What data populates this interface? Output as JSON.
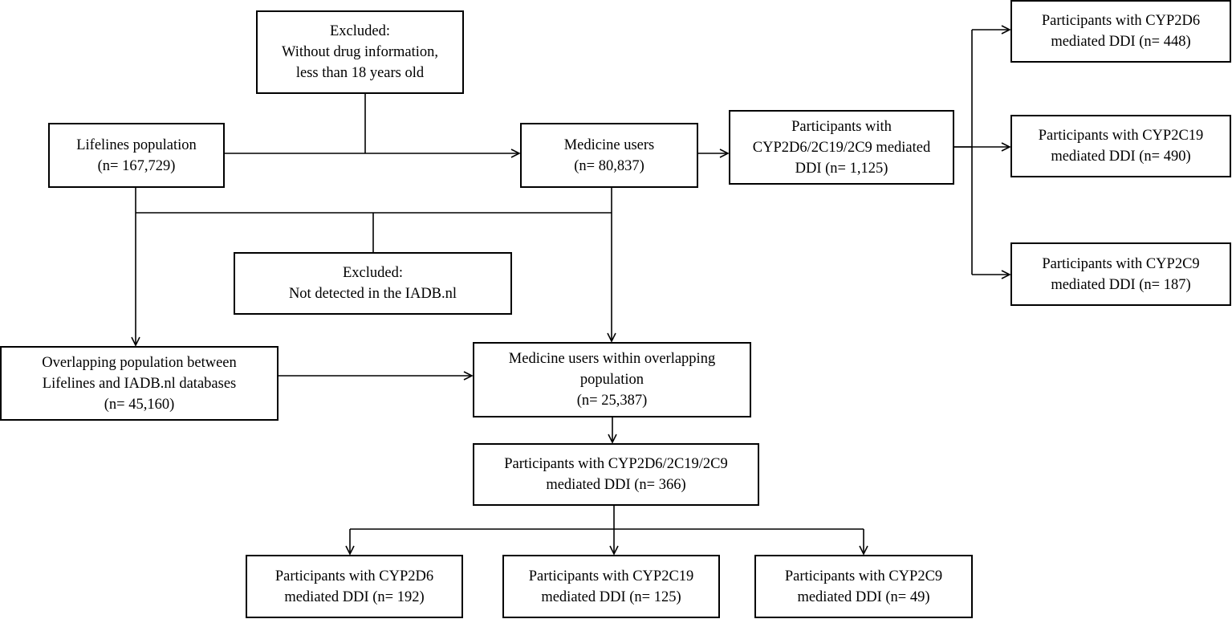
{
  "boxes": {
    "excluded_top": {
      "lines": [
        "Excluded:",
        "Without drug information,",
        "less than 18 years old"
      ]
    },
    "lifelines": {
      "lines": [
        "Lifelines population",
        "(n= 167,729)"
      ]
    },
    "medicine_users": {
      "lines": [
        "Medicine users",
        "(n= 80,837)"
      ]
    },
    "ddi_all": {
      "lines": [
        "Participants with",
        "CYP2D6/2C19/2C9 mediated",
        "DDI (n= 1,125)"
      ]
    },
    "right_2d6": {
      "lines": [
        "Participants with CYP2D6",
        "mediated DDI (n= 448)"
      ]
    },
    "right_2c19": {
      "lines": [
        "Participants with CYP2C19",
        "mediated DDI (n= 490)"
      ]
    },
    "right_2c9": {
      "lines": [
        "Participants with CYP2C9",
        "mediated DDI (n= 187)"
      ]
    },
    "excluded_mid": {
      "lines": [
        "Excluded:",
        "Not detected in the IADB.nl"
      ]
    },
    "overlapping": {
      "lines": [
        "Overlapping population between",
        "Lifelines and IADB.nl databases",
        "(n= 45,160)"
      ]
    },
    "med_overlap": {
      "lines": [
        "Medicine users within overlapping",
        "population",
        "(n= 25,387)"
      ]
    },
    "ddi_overlap": {
      "lines": [
        "Participants with CYP2D6/2C19/2C9",
        "mediated DDI (n= 366)"
      ]
    },
    "bottom_2d6": {
      "lines": [
        "Participants with CYP2D6",
        "mediated DDI (n= 192)"
      ]
    },
    "bottom_2c19": {
      "lines": [
        "Participants with CYP2C19",
        "mediated DDI (n= 125)"
      ]
    },
    "bottom_2c9": {
      "lines": [
        "Participants with CYP2C9",
        "mediated DDI (n= 49)"
      ]
    }
  }
}
